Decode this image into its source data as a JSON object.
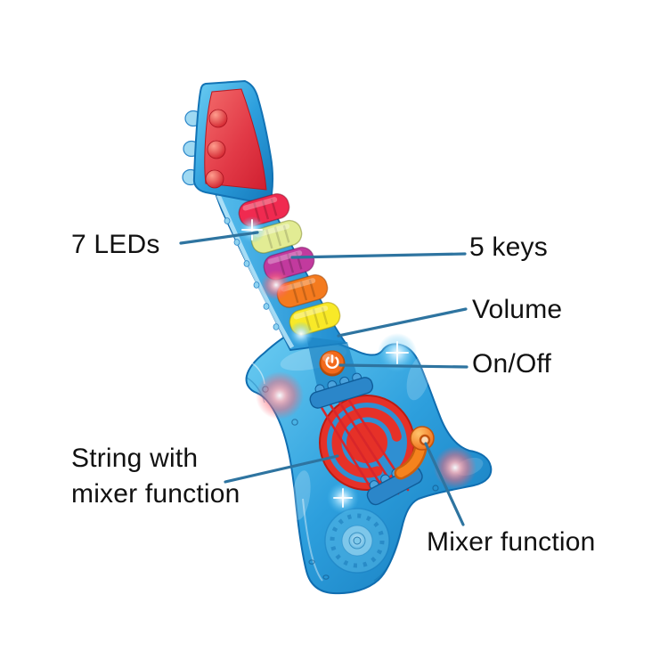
{
  "figure": {
    "type": "annotated product diagram",
    "subject": "transparent light-up toy rock guitar",
    "background_color": "#ffffff",
    "leader_line_color": "#2e74a0",
    "label_text_color": "#111111"
  },
  "labels": {
    "leds": {
      "text": "7 LEDs",
      "target": "neck-led-lights"
    },
    "keys": {
      "text": "5 keys",
      "target": "neck-keys"
    },
    "volume": {
      "text": "Volume",
      "target": "volume-control"
    },
    "power": {
      "text": "On/Off",
      "target": "power-button"
    },
    "string_mixer": {
      "text": "String with\nmixer function",
      "target": "mixer-dial"
    },
    "mixer": {
      "text": "Mixer function",
      "target": "mixer-lever"
    }
  },
  "guitar": {
    "body_color": "#2d9fdd",
    "headstock_plate_color": "#e23a47",
    "key_colors": [
      "#f02a50",
      "#e2ec94",
      "#c23a9e",
      "#f47a1e",
      "#f8e928"
    ],
    "dial_color": "#e63128",
    "dial_ring_color": "#2f8fd2",
    "lever_color": "#f5831d",
    "power_button_color": "#f2691c",
    "bridge_color": "#2b86c9",
    "string_color": "#d8262a",
    "led_glow_colors": {
      "pink": "#ff8f9e",
      "blue": "#7fd4ff",
      "white": "#ffffff"
    }
  }
}
